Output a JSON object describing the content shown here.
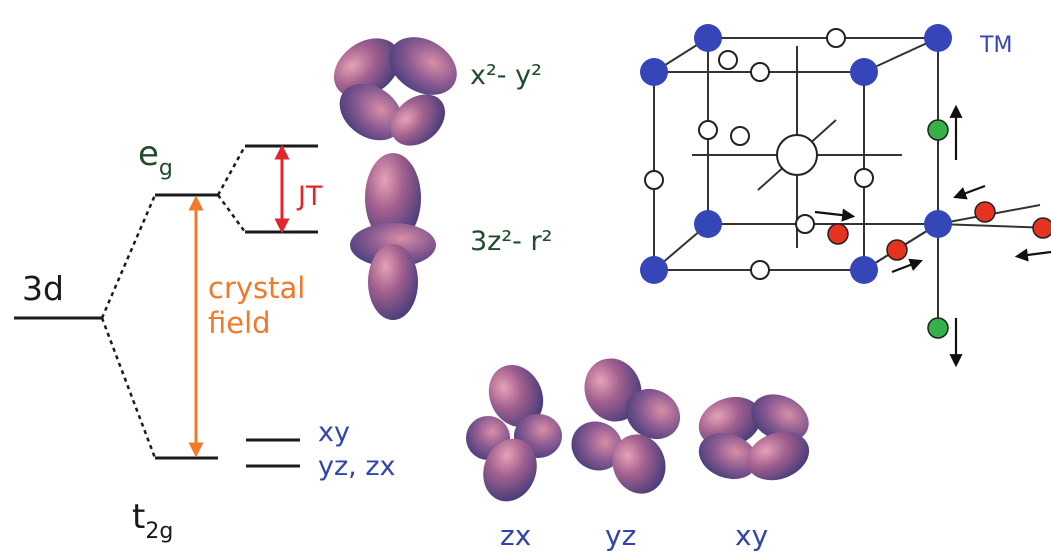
{
  "colors": {
    "level_line": "#1a1a1a",
    "label_green": "#1f4d2a",
    "jt_red": "#e0262b",
    "crystal_orange": "#f07a2a",
    "orbital_blue": "#3344aa",
    "tm_blue": "#3546b8",
    "oxygen_red": "#e5331f",
    "apical_green": "#35b04a",
    "lobe_purple": "#6f5e9c",
    "lobe_pink": "#d26a7b"
  },
  "energy_levels": {
    "atomic_label": "3d",
    "eg_label_main": "e",
    "eg_label_sub": "g",
    "t2g_label_main": "t",
    "t2g_label_sub": "2g",
    "jt_label": "JT",
    "crystal_label_line1": "crystal",
    "crystal_label_line2": "field",
    "upper_eg_orbital": "x²- y²",
    "lower_eg_orbital": "3z²- r²",
    "upper_t2g_orbital": "xy",
    "lower_t2g_orbital": "yz, zx"
  },
  "t2g_shapes": {
    "labels": [
      "zx",
      "yz",
      "xy"
    ]
  },
  "lattice": {
    "tm_label": "TM"
  },
  "icons": [
    "d-orbital-lobe-icon",
    "spin-arrow-icon"
  ]
}
